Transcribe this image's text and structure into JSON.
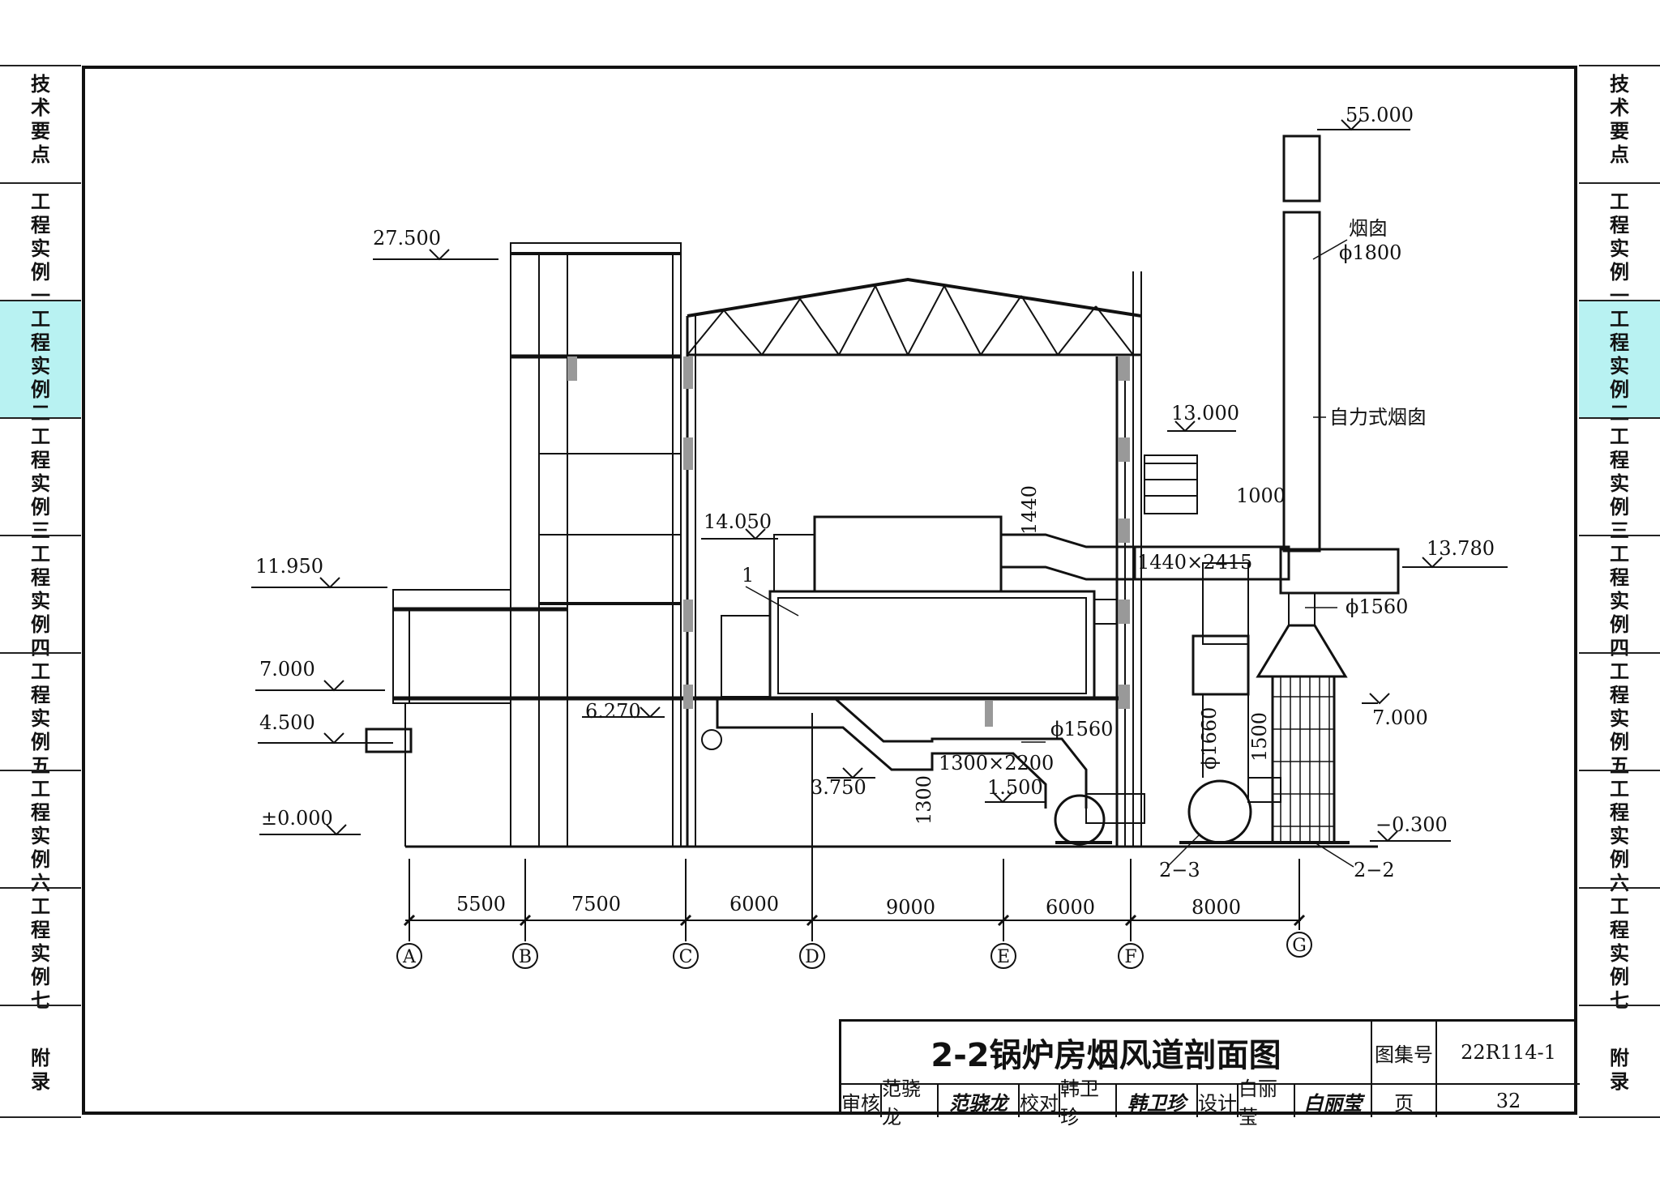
{
  "side_tabs": [
    {
      "label": "技术要点",
      "active": false
    },
    {
      "label": "工程实例一",
      "active": false
    },
    {
      "label": "工程实例二",
      "active": true
    },
    {
      "label": "工程实例三",
      "active": false
    },
    {
      "label": "工程实例四",
      "active": false
    },
    {
      "label": "工程实例五",
      "active": false
    },
    {
      "label": "工程实例六",
      "active": false
    },
    {
      "label": "工程实例七",
      "active": false
    },
    {
      "label": "附录",
      "active": false
    }
  ],
  "elevations": {
    "e27500": "27.500",
    "e55000": "55.000",
    "e14050": "14.050",
    "e11950": "11.950",
    "e13000": "13.000",
    "e13780": "13.780",
    "e7000_left": "7.000",
    "e7000_right": "7.000",
    "e6270": "6.270",
    "e4500": "4.500",
    "e3750": "3.750",
    "e1500": "1.500",
    "e0000": "±0.000",
    "e_0300": "−0.300"
  },
  "labels": {
    "chimney": "烟囱",
    "chimney_dia": "ϕ1800",
    "self_chimney": "自力式烟囱",
    "dia1560_right": "ϕ1560",
    "dia1560_left": "ϕ1560",
    "dia1660": "ϕ1660",
    "duct_1440x2415": "1440×2415",
    "duct_1300x2200": "1300×2200",
    "dim1440": "1440",
    "dim1000": "1000",
    "dim1300": "1300",
    "dim1500": "1500",
    "item1": "1",
    "sec23": "2−3",
    "sec22": "2−2"
  },
  "grid": {
    "spans": [
      "5500",
      "7500",
      "6000",
      "9000",
      "6000",
      "8000"
    ],
    "axes": [
      "A",
      "B",
      "C",
      "D",
      "E",
      "F",
      "G"
    ]
  },
  "title_block": {
    "title": "2-2锅炉房烟风道剖面图",
    "atlas_label": "图集号",
    "atlas_no": "22R114-1",
    "review_label": "审核",
    "reviewer": "范骁龙",
    "reviewer_sig": "范骁龙",
    "check_label": "校对",
    "checker": "韩卫珍",
    "checker_sig": "韩卫珍",
    "design_label": "设计",
    "designer": "白丽莹",
    "designer_sig": "白丽莹",
    "page_label": "页",
    "page_no": "32"
  },
  "colors": {
    "active_tab": "#b8f2f2",
    "line": "#111111",
    "pillar": "#999999"
  }
}
